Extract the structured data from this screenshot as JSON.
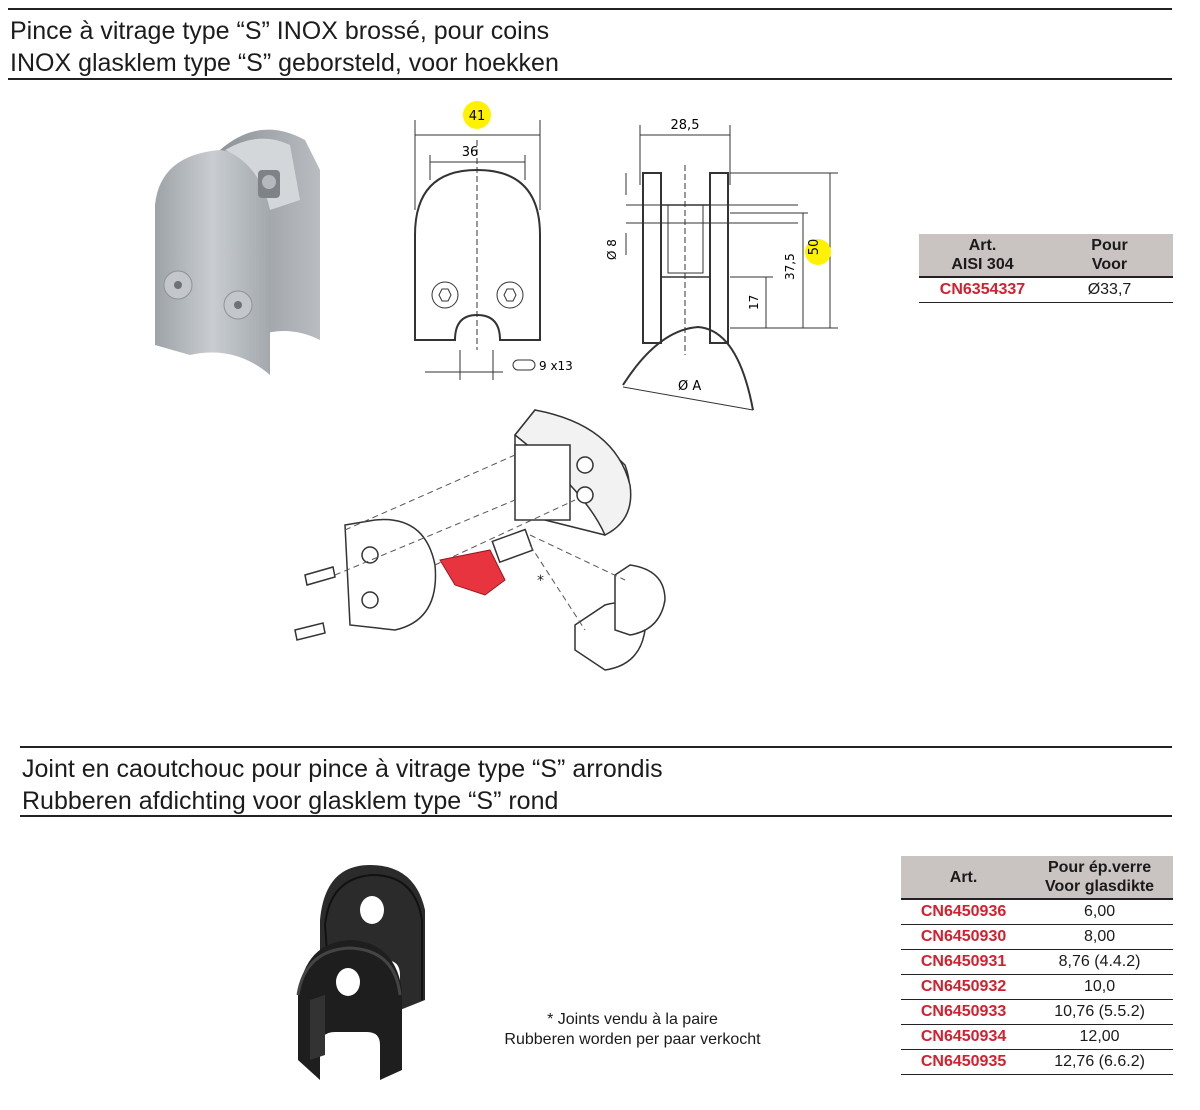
{
  "section1": {
    "title_fr": "Pince à vitrage type “S” INOX brossé, pour coins",
    "title_nl": "INOX glasklem type “S” geborsteld, voor hoekken",
    "drawing": {
      "dim_41": "41",
      "dim_36": "36",
      "dim_285": "28,5",
      "dim_50": "50",
      "dim_375": "37,5",
      "dim_17": "17",
      "dim_d8": "Ø 8",
      "dim_slot": "9 x13",
      "dim_a": "Ø A"
    },
    "table": {
      "col1": [
        "Art.",
        "AISI 304"
      ],
      "col2": [
        "Pour",
        "Voor"
      ],
      "rows": [
        {
          "code": "CN6354337",
          "value": "Ø33,7"
        }
      ]
    }
  },
  "section2": {
    "title_fr": "Joint en caoutchouc pour pince à vitrage type “S” arrondis",
    "title_nl": "Rubberen afdichting voor glasklem type “S” rond",
    "note_fr": "* Joints vendu à la paire",
    "note_nl": "Rubberen worden per paar verkocht",
    "table": {
      "col1": "Art.",
      "col2": [
        "Pour ép.verre",
        "Voor glasdikte"
      ],
      "rows": [
        {
          "code": "CN6450936",
          "value": "6,00"
        },
        {
          "code": "CN6450930",
          "value": "8,00"
        },
        {
          "code": "CN6450931",
          "value": "8,76 (4.4.2)"
        },
        {
          "code": "CN6450932",
          "value": "10,0"
        },
        {
          "code": "CN6450933",
          "value": "10,76 (5.5.2)"
        },
        {
          "code": "CN6450934",
          "value": "12,00"
        },
        {
          "code": "CN6450935",
          "value": "12,76 (6.6.2)"
        }
      ]
    }
  },
  "colors": {
    "accent_red": "#d4202e",
    "highlight_yellow": "#fff200",
    "table_header": "#c9c4c1"
  }
}
